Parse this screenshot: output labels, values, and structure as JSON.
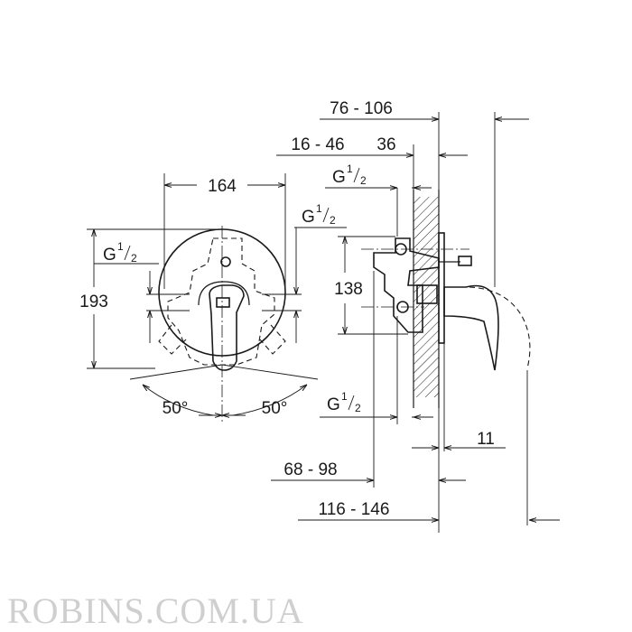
{
  "front_view": {
    "width_dim": "164",
    "height_dim": "193",
    "thread_left": {
      "base": "G",
      "num": "1",
      "den": "2"
    },
    "thread_right": {
      "base": "G",
      "num": "1",
      "den": "2"
    },
    "angle_left": "50°",
    "angle_right": "50°"
  },
  "side_view": {
    "dim_top": "76 - 106",
    "dim_second_a": "16 - 46",
    "dim_second_b": "36",
    "thread_top": {
      "base": "G",
      "num": "1",
      "den": "2"
    },
    "dim_height": "138",
    "thread_bottom": {
      "base": "G",
      "num": "1",
      "den": "2"
    },
    "dim_plate": "11",
    "dim_lower_a": "68 - 98",
    "dim_lower_b": "116 - 146"
  },
  "watermark": "ROBINS.COM.UA"
}
